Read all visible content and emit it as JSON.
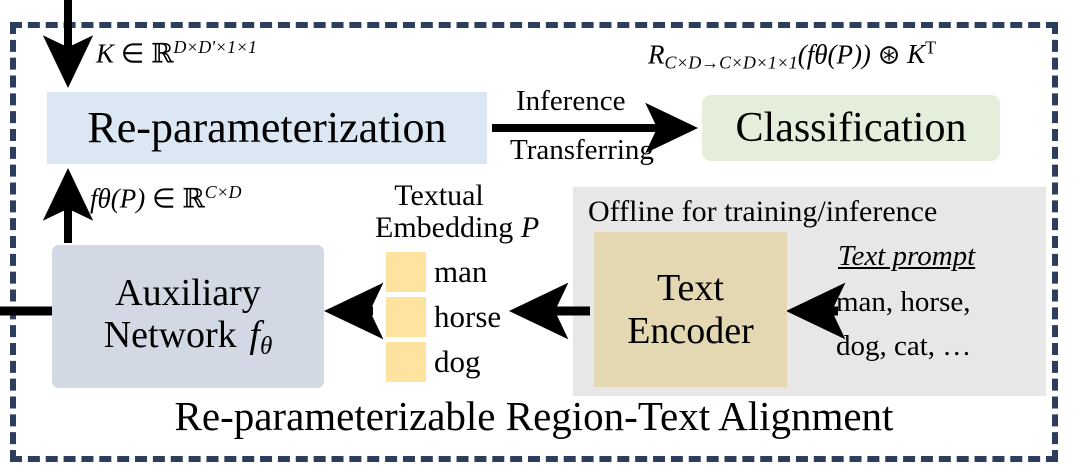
{
  "diagram": {
    "caption": "Re-parameterizable Region-Text Alignment",
    "border_color": "#2c3e5c"
  },
  "blocks": {
    "reparameterization": {
      "label": "Re-parameterization",
      "color": "#dbe7f2"
    },
    "classification": {
      "label": "Classification",
      "color": "#e5eedb"
    },
    "auxiliary_network": {
      "line1": "Auxiliary",
      "line2": "Network",
      "symbol": "fθ",
      "color": "#d2d9e4"
    },
    "text_encoder": {
      "line1": "Text",
      "line2": "Encoder",
      "color": "#e3d8b2"
    },
    "offline_panel": {
      "label": "Offline for training/inference",
      "color": "#e7e7e7"
    }
  },
  "formulas": {
    "kernel": {
      "symbol": "K",
      "relation": "∈",
      "space": "ℝ",
      "exponent": "D×D'×1×1",
      "full": "K ∈ ℝ^{D×D'×1×1}"
    },
    "output": {
      "reshape": "R",
      "reshape_sub": "C×D→C×D×1×1",
      "arg": "(fθ(P))",
      "op": "⊛",
      "rhs": "K^T",
      "full": "R_{C×D→C×D×1×1}(fθ(P)) ⊛ K^T"
    },
    "embedding": {
      "symbol": "fθ(P)",
      "relation": "∈",
      "space": "ℝ",
      "exponent": "C×D",
      "full": "fθ(P) ∈ ℝ^{C×D}"
    }
  },
  "arrow_labels": {
    "above": "Inference",
    "below": "Transferring"
  },
  "textual_embedding": {
    "title_line1": "Textual",
    "title_line2": "Embedding",
    "title_symbol": "P",
    "tile_color": "#fde2a0",
    "words": [
      "man",
      "horse",
      "dog"
    ]
  },
  "text_prompt": {
    "title": "Text prompt",
    "line1": "man, horse,",
    "line2": "dog, cat, …"
  }
}
